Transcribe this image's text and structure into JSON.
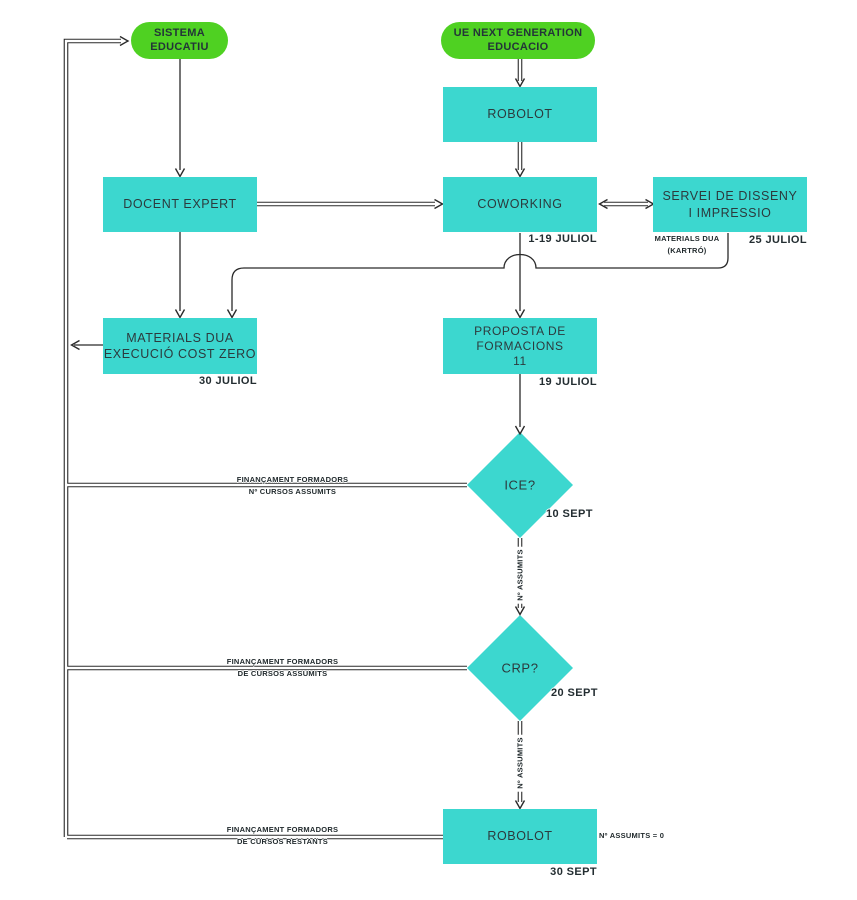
{
  "colors": {
    "node_teal": "#3cd7cf",
    "node_green": "#4fd122",
    "connector": "#2a2a2a",
    "text_dark": "#2c3a3d"
  },
  "nodes": {
    "sistema_educatiu": {
      "type": "terminator",
      "lines": [
        "SISTEMA",
        "EDUCATIU"
      ]
    },
    "ue_next_generation": {
      "type": "terminator",
      "lines": [
        "UE NEXT GENERATION",
        "EDUCACIO"
      ]
    },
    "robolot_top": {
      "type": "process",
      "lines": [
        "ROBOLOT"
      ]
    },
    "docent_expert": {
      "type": "process",
      "lines": [
        "DOCENT EXPERT"
      ]
    },
    "coworking": {
      "type": "process",
      "lines": [
        "COWORKING"
      ],
      "date": "1-19 JULIOL"
    },
    "servei_disseny": {
      "type": "process",
      "lines": [
        "SERVEI DE DISSENY",
        "I IMPRESSIO"
      ],
      "date": "25 JULIOL"
    },
    "materials_dua": {
      "type": "process",
      "lines": [
        "MATERIALS DUA",
        "EXECUCIÓ COST ZERO"
      ],
      "date": "30 JULIOL"
    },
    "proposta_formacions": {
      "type": "process",
      "lines": [
        "PROPOSTA DE",
        "FORMACIONS",
        "11"
      ],
      "date": "19 JULIOL"
    },
    "ice": {
      "type": "decision",
      "label": "ICE?",
      "date": "10 SEPT"
    },
    "crp": {
      "type": "decision",
      "label": "CRP?",
      "date": "20 SEPT"
    },
    "robolot_bottom": {
      "type": "process",
      "lines": [
        "ROBOLOT"
      ],
      "date": "30 SEPT",
      "note": "Nº ASSUMITS = 0"
    }
  },
  "edge_labels": {
    "servei_to_materials": {
      "lines": [
        "MATERIALS DUA",
        "(KARTRÓ)"
      ]
    },
    "ice_to_sistema": {
      "lines": [
        "FINANÇAMENT FORMADORS",
        "Nº CURSOS ASSUMITS"
      ]
    },
    "crp_to_sistema": {
      "lines": [
        "FINANÇAMENT FORMADORS",
        "DE CURSOS ASSUMITS"
      ]
    },
    "robolot_to_sistema": {
      "lines": [
        "FINANÇAMENT FORMADORS",
        "DE CURSOS RESTANTS"
      ]
    },
    "ice_to_crp": {
      "text": "Nº ASSUMITS"
    },
    "crp_to_robolot": {
      "text": "Nº ASSUMITS"
    }
  }
}
